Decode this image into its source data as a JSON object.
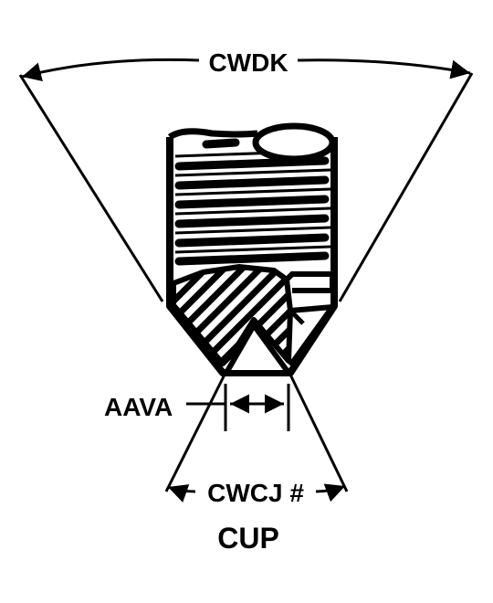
{
  "labels": {
    "cwdk": "CWDK",
    "aava": "AAVA",
    "cwcj": "CWCJ #",
    "caption": "CUP"
  },
  "colors": {
    "ink": "#000000",
    "paper": "#ffffff"
  }
}
